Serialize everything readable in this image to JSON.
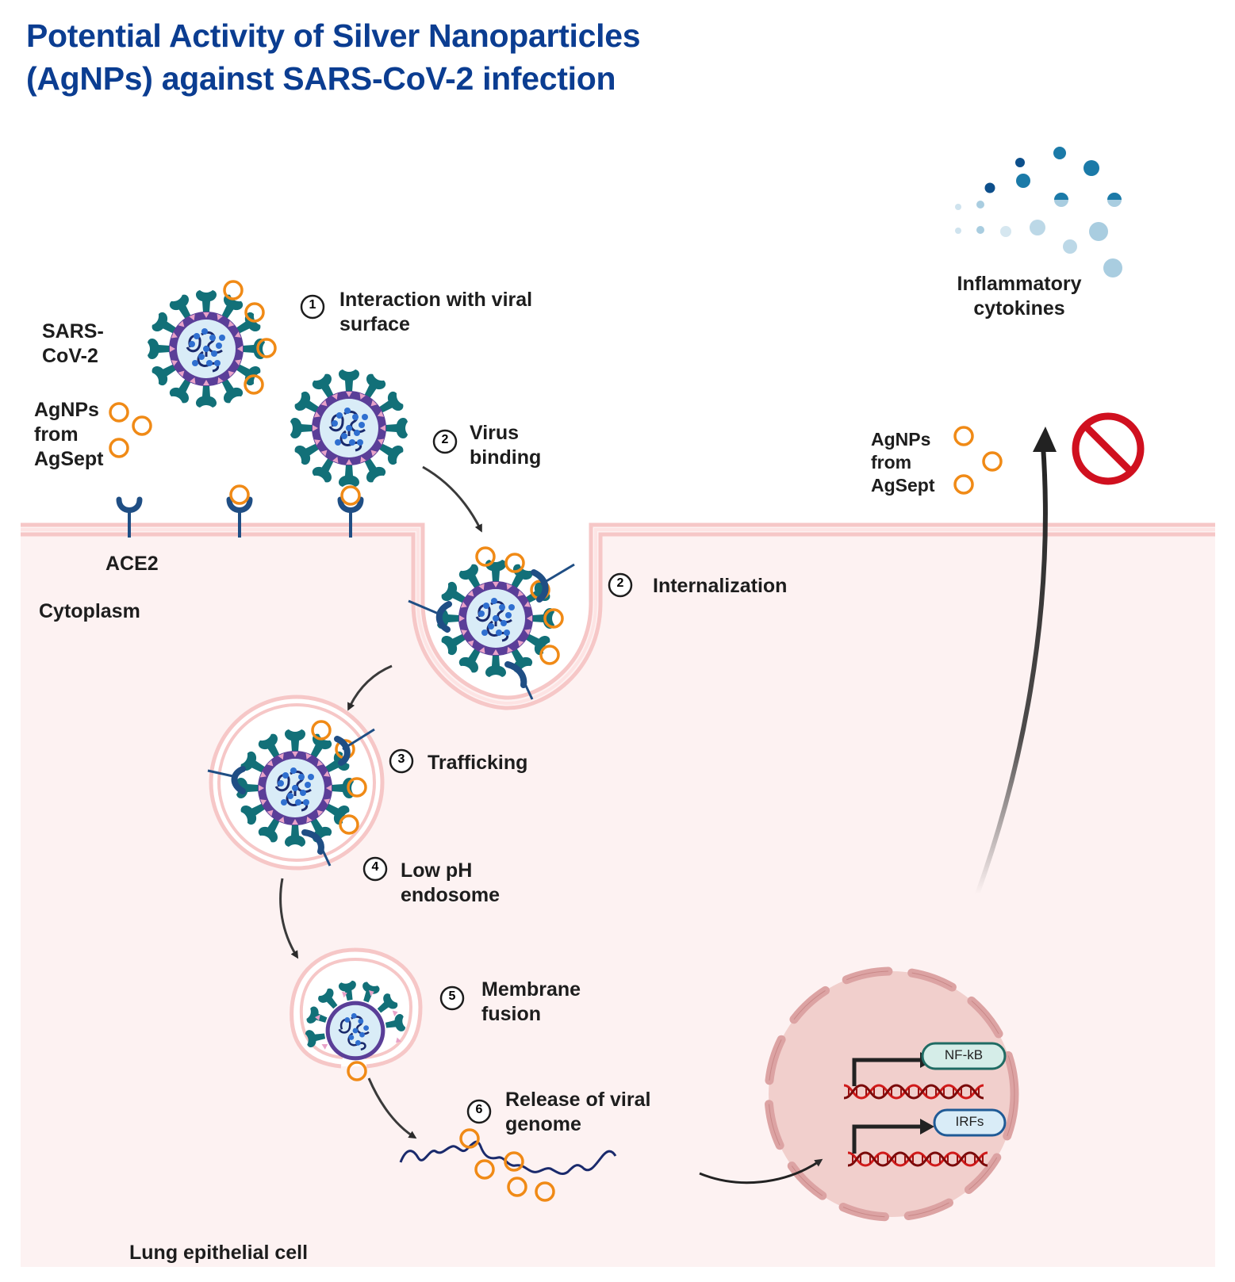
{
  "title": {
    "line1": "Potential Activity of Silver Nanoparticles",
    "line2": "(AgNPs) against SARS-CoV-2 infection"
  },
  "labels": {
    "virus": [
      "SARS-",
      "CoV-2"
    ],
    "agnps_left": [
      "AgNPs",
      "from",
      "AgSept"
    ],
    "agnps_right": [
      "AgNPs",
      "from",
      "AgSept"
    ],
    "receptor": "ACE2",
    "cytoplasm": "Cytoplasm",
    "cell": "Lung epithelial cell",
    "cytokines": [
      "Inflammatory",
      "cytokines"
    ]
  },
  "steps": [
    {
      "number": "1",
      "lines": [
        "Interaction with viral",
        "surface"
      ]
    },
    {
      "number": "2",
      "lines": [
        "Virus",
        "binding"
      ]
    },
    {
      "number": "2",
      "lines": [
        "Internalization"
      ]
    },
    {
      "number": "3",
      "lines": [
        "Trafficking"
      ]
    },
    {
      "number": "4",
      "lines": [
        "Low pH",
        "endosome"
      ]
    },
    {
      "number": "5",
      "lines": [
        "Membrane",
        "fusion"
      ]
    },
    {
      "number": "6",
      "lines": [
        "Release of viral",
        "genome"
      ]
    }
  ],
  "nucleus": {
    "genes": [
      "NF-kB",
      "IRFs"
    ]
  },
  "icons": {
    "inhibition": "prohibition-sign-icon"
  },
  "colors": {
    "title": "#0b3d91",
    "agnp": "#f08a16",
    "spike": "#127078",
    "envelope": "#5a3e98",
    "receptor": "#1f4e84",
    "membrane": "#f6c7c7",
    "cytoplasm": "#fdf2f2",
    "nucleus": "#f1cfcc",
    "prohibition": "#d0101f"
  }
}
